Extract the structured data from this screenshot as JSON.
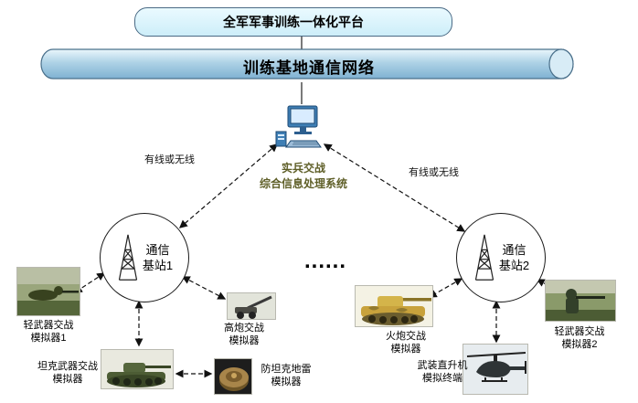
{
  "platform": {
    "title": "全军军事训练一体化平台"
  },
  "bus": {
    "title": "训练基地通信网络"
  },
  "processor": {
    "line1": "实兵交战",
    "line2": "综合信息处理系统"
  },
  "links": {
    "left_label": "有线或无线",
    "right_label": "有线或无线",
    "ellipsis": "......"
  },
  "stations": {
    "one": {
      "line1": "通信",
      "line2": "基站1"
    },
    "two": {
      "line1": "通信",
      "line2": "基站2"
    }
  },
  "simulators": {
    "light_weapon_1": {
      "line1": "轻武器交战",
      "line2": "模拟器1",
      "icon": "soldier-photo"
    },
    "tank_weapon": {
      "line1": "坦克武器交战",
      "line2": "模拟器",
      "icon": "tank-photo"
    },
    "aa_gun": {
      "line1": "高炮交战",
      "line2": "模拟器",
      "icon": "aa-gun-photo"
    },
    "anti_tank_mine": {
      "line1": "防坦克地雷",
      "line2": "模拟器",
      "icon": "mine-photo"
    },
    "artillery": {
      "line1": "火炮交战",
      "line2": "模拟器",
      "icon": "artillery-tank-photo"
    },
    "helicopter": {
      "line1": "武装直升机",
      "line2": "模拟终端",
      "icon": "helicopter-photo"
    },
    "light_weapon_2": {
      "line1": "轻武器交战",
      "line2": "模拟器2",
      "icon": "soldier-photo"
    }
  },
  "colors": {
    "platform_fill": "#cdeef9",
    "pipe_fill": "#a9cfe3",
    "pipe_stroke": "#4a708b",
    "processor_text": "#5f5f28",
    "line": "#111111"
  }
}
